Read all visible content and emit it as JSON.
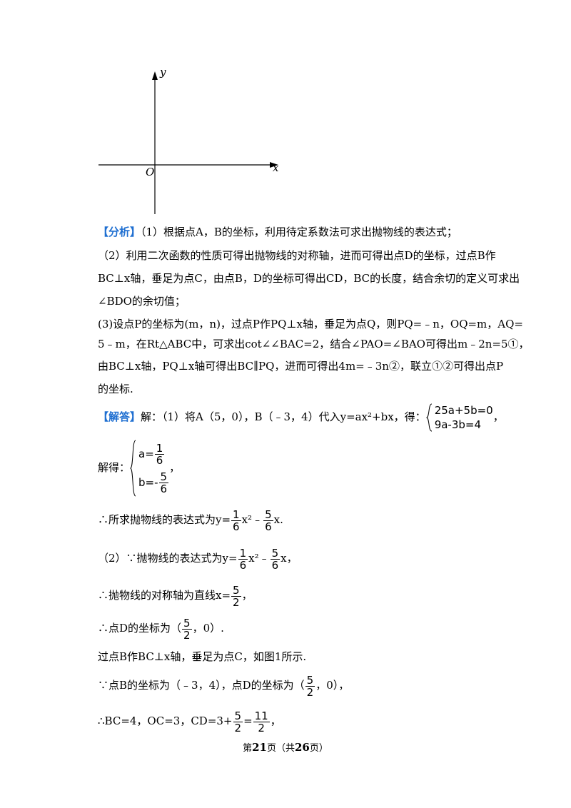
{
  "graph": {
    "y_label": "y",
    "x_label": "x",
    "origin_label": "O"
  },
  "analysis": {
    "tag": "【分析】",
    "l1": "（1）根据点A，B的坐标，利用待定系数法可求出抛物线的表达式；",
    "l2": "（2）利用二次函数的性质可得出抛物线的对称轴，进而可得出点D的坐标，过点B作",
    "l3": "BC⊥x轴，垂足为点C，由点B，D的坐标可得出CD，BC的长度，结合余切的定义可求出",
    "l4": "∠BDO的余切值；",
    "l5": "(3)设点P的坐标为(m，n)，过点P作PQ⊥x轴，垂足为点Q，则PQ=﹣n，OQ=m，AQ=",
    "l6": "5﹣m，在Rt△ABC中，可求出cot∠∠BAC=2，结合∠PAO=∠BAO可得出m﹣2n=5①，",
    "l7": "由BC⊥x轴，PQ⊥x轴可得出BC∥PQ，进而可得出4m=﹣3n②，联立①②可得出点P",
    "l8": "的坐标."
  },
  "answer": {
    "tag": "【解答】",
    "l1_text": "解：（1）将A（5，0），B（﹣3，4）代入y=ax²+bx，得：",
    "sys1_r1": "25a+5b=0",
    "sys1_r2": "9a-3b=4",
    "comma1": "，",
    "solve_label": "解得：",
    "sys2_a": "a=",
    "sys2_a_num": "1",
    "sys2_a_den": "6",
    "sys2_b": "b=-",
    "sys2_b_num": "5",
    "sys2_b_den": "6",
    "comma2": "，",
    "l3_pre": "∴所求抛物线的表达式为y=",
    "l3_n1": "1",
    "l3_d1": "6",
    "l3_mid": "x²﹣",
    "l3_n2": "5",
    "l3_d2": "6",
    "l3_end": "x.",
    "l4_pre": "（2）∵抛物线的表达式为y=",
    "l4_n1": "1",
    "l4_d1": "6",
    "l4_mid": "x²﹣",
    "l4_n2": "5",
    "l4_d2": "6",
    "l4_end": "x，",
    "l5_pre": "∴抛物线的对称轴为直线x=",
    "l5_n": "5",
    "l5_d": "2",
    "l5_end": "，",
    "l6_pre": "∴点D的坐标为（",
    "l6_n": "5",
    "l6_d": "2",
    "l6_end": "，0）.",
    "l7": "过点B作BC⊥x轴，垂足为点C，如图1所示.",
    "l8_pre": "∵点B的坐标为（﹣3，4），点D的坐标为（",
    "l8_n": "5",
    "l8_d": "2",
    "l8_end": "，0），",
    "l9_pre": "∴BC=4，OC=3，CD=3+",
    "l9_n1": "5",
    "l9_d1": "2",
    "l9_eq": "=",
    "l9_n2": "11",
    "l9_d2": "2",
    "l9_end": "，"
  },
  "footer": {
    "pre": "第",
    "page": "21",
    "mid": "页（共",
    "total": "26",
    "post": "页）"
  }
}
